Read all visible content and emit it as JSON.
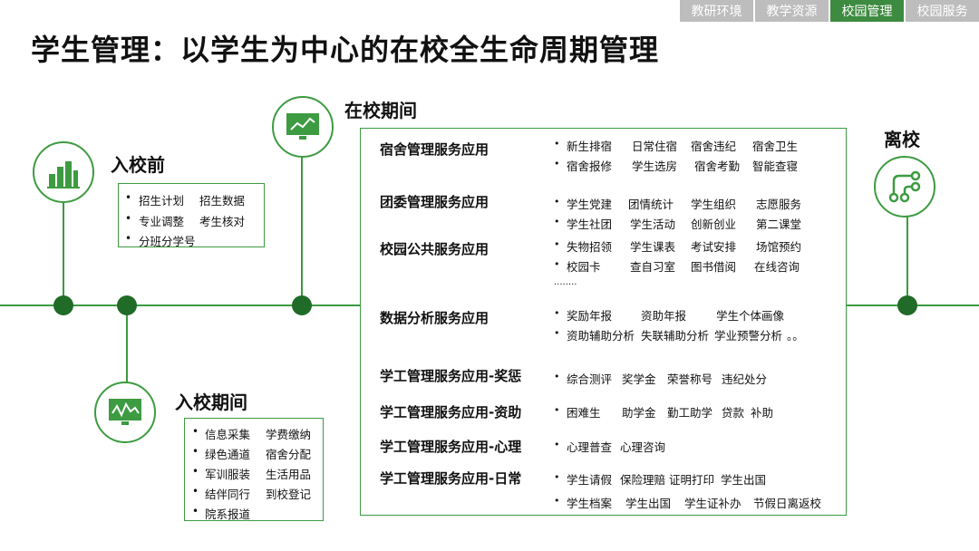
{
  "tabs": [
    "教研环境",
    "教学资源",
    "校园管理",
    "校园服务"
  ],
  "active_tab": 2,
  "title": "学生管理：以学生为中心的在校全生命周期管理",
  "stages": {
    "before": {
      "label": "入校前",
      "rows": [
        [
          "招生计划",
          "招生数据"
        ],
        [
          "专业调整",
          "考生核对"
        ],
        [
          "分班分学号",
          ""
        ]
      ]
    },
    "enroll": {
      "label": "入校期间",
      "rows": [
        [
          "信息采集",
          "学费缴纳"
        ],
        [
          "绿色通道",
          "宿舍分配"
        ],
        [
          "军训服装",
          "生活用品"
        ],
        [
          "结伴同行",
          "到校登记"
        ],
        [
          "院系报道",
          ""
        ]
      ]
    },
    "during": {
      "label": "在校期间"
    },
    "leave": {
      "label": "离校"
    }
  },
  "services": [
    {
      "title": "宿舍管理服务应用",
      "lines": [
        [
          "新生排宿",
          "日常住宿",
          "宿舍违纪",
          "宿舍卫生"
        ],
        [
          "宿舍报修",
          "学生选房",
          "宿舍考勤",
          "智能查寝"
        ]
      ]
    },
    {
      "title": "团委管理服务应用",
      "lines": [
        [
          "学生党建",
          "团情统计",
          "学生组织",
          "志愿服务"
        ],
        [
          "学生社团",
          "学生活动",
          "创新创业",
          "第二课堂"
        ]
      ]
    },
    {
      "title": "校园公共服务应用",
      "lines": [
        [
          "失物招领",
          "学生课表",
          "考试安排",
          "场馆预约"
        ],
        [
          "校园卡",
          "查自习室",
          "图书借阅",
          "在线咨询"
        ]
      ],
      "extra": "........"
    },
    {
      "title": "数据分析服务应用",
      "lines": [
        [
          "奖励年报",
          "资助年报",
          "学生个体画像"
        ],
        [
          "资助辅助分析",
          "失联辅助分析",
          "学业预警分析",
          "。。"
        ]
      ]
    },
    {
      "title": "学工管理服务应用-奖惩",
      "lines": [
        [
          "综合测评",
          "奖学金",
          "荣誉称号",
          "违纪处分"
        ]
      ]
    },
    {
      "title": "学工管理服务应用-资助",
      "lines": [
        [
          "困难生",
          "助学金",
          "勤工助学",
          "贷款",
          "补助"
        ]
      ]
    },
    {
      "title": "学工管理服务应用-心理",
      "lines": [
        [
          "心理普查",
          "心理咨询"
        ]
      ]
    },
    {
      "title": "学工管理服务应用-日常",
      "lines": [
        [
          "学生请假",
          "保险理赔",
          "证明打印",
          "学生出国"
        ],
        [
          "学生档案",
          "学生出国",
          "学生证补办",
          "节假日离返校"
        ]
      ]
    }
  ],
  "icons": [
    "building-chart-icon",
    "monitor-trend-icon",
    "monitor-wave-icon",
    "branch-network-icon"
  ],
  "colors": {
    "green": "#3d9b41",
    "dark_green": "#1f6b27",
    "tab_gray": "#bdbdbd",
    "tab_active": "#3d8b40"
  }
}
